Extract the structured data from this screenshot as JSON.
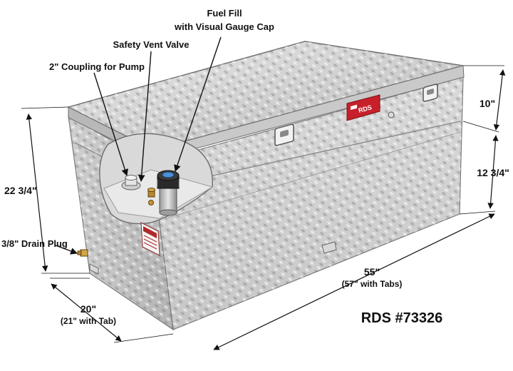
{
  "callouts": {
    "fuel_fill_line1": "Fuel Fill",
    "fuel_fill_line2": "with Visual Gauge Cap",
    "safety_vent": "Safety Vent Valve",
    "coupling": "2\" Coupling for Pump",
    "drain_plug": "3/8\" Drain Plug"
  },
  "dimensions": {
    "height_total": "22 3/4\"",
    "lid_height": "10\"",
    "body_height": "12 3/4\"",
    "length": "55\"",
    "length_tabs": "(57\" with Tabs)",
    "width": "20\"",
    "width_tab": "(21\" with Tab)"
  },
  "brand_badge": "RDS",
  "model_label": "RDS #73326",
  "colors": {
    "metal_light": "#e2e2e2",
    "metal_mid": "#c4c4c4",
    "metal_dark": "#8e8e8e",
    "badge_red": "#c8202a",
    "ink": "#111111"
  }
}
